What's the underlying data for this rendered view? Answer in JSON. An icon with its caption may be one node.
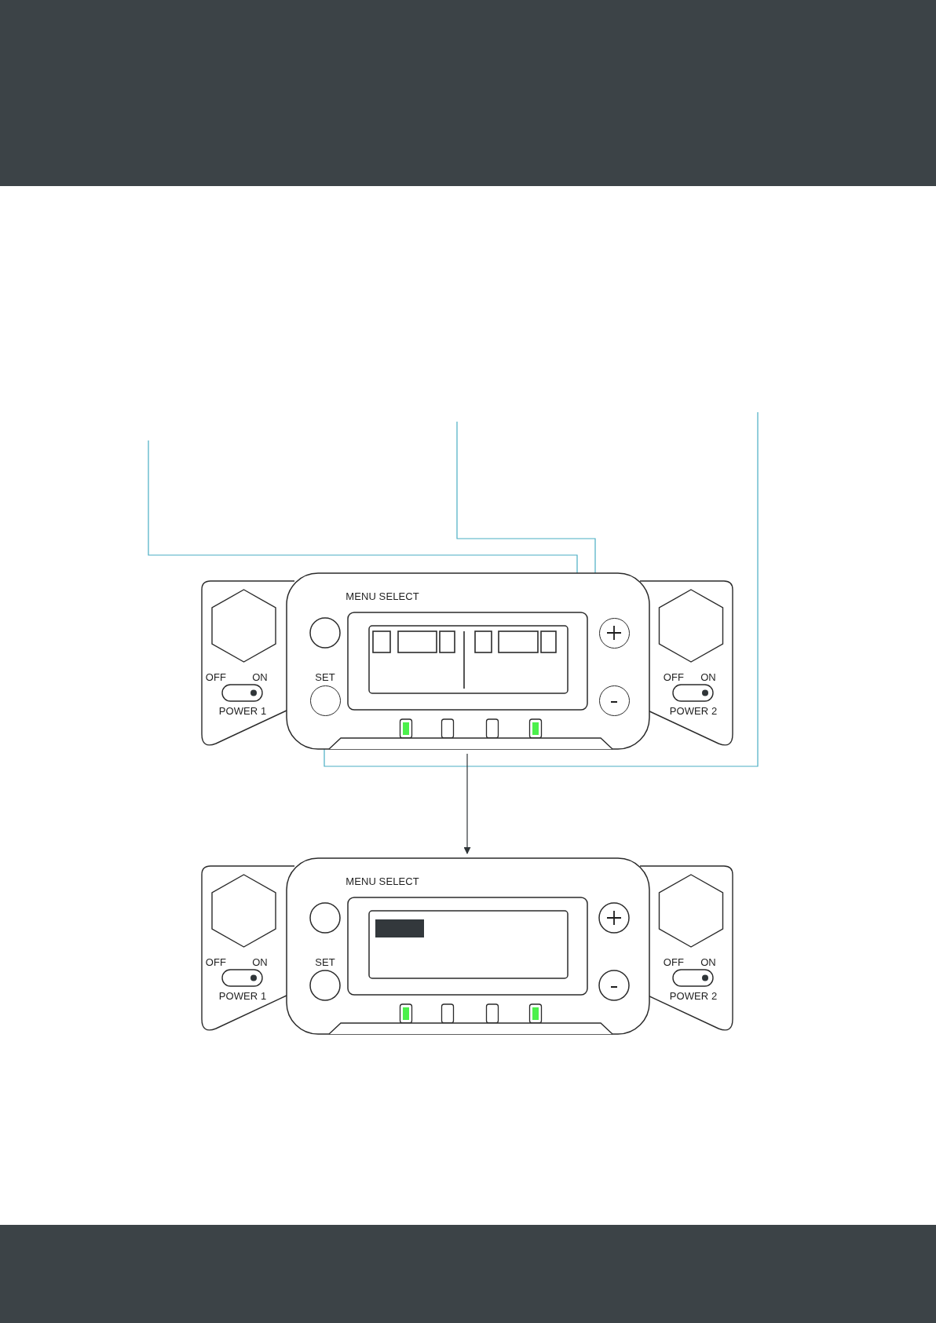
{
  "diagram": {
    "nodes": [
      {
        "text": [],
        "shape": "picture"
      },
      {
        "text": [],
        "shape": "circle",
        "in": 0
      },
      {
        "text": [],
        "shape": "circle",
        "in": 0
      },
      {
        "text": [],
        "shape": "circle",
        "in": 0
      },
      {
        "text": [],
        "shape": "picture"
      }
    ],
    "edges": [
      {
        "from": null,
        "to": 1,
        "arrow": "other"
      },
      {
        "from": null,
        "to": 2,
        "arrow": "other"
      },
      {
        "from": null,
        "to": 3,
        "arrow": "other"
      },
      {
        "from": 0,
        "to": 4,
        "arrow": "to",
        "color": "#2f3538"
      }
    ],
    "labels": [
      "MENU SELECT",
      "OFF",
      "ON",
      "SET",
      "OFF",
      "ON",
      "POWER 1",
      "POWER 2",
      "MENU SELECT",
      "OFF",
      "ON",
      "SET",
      "OFF",
      "ON",
      "POWER 1",
      "POWER 2"
    ]
  }
}
